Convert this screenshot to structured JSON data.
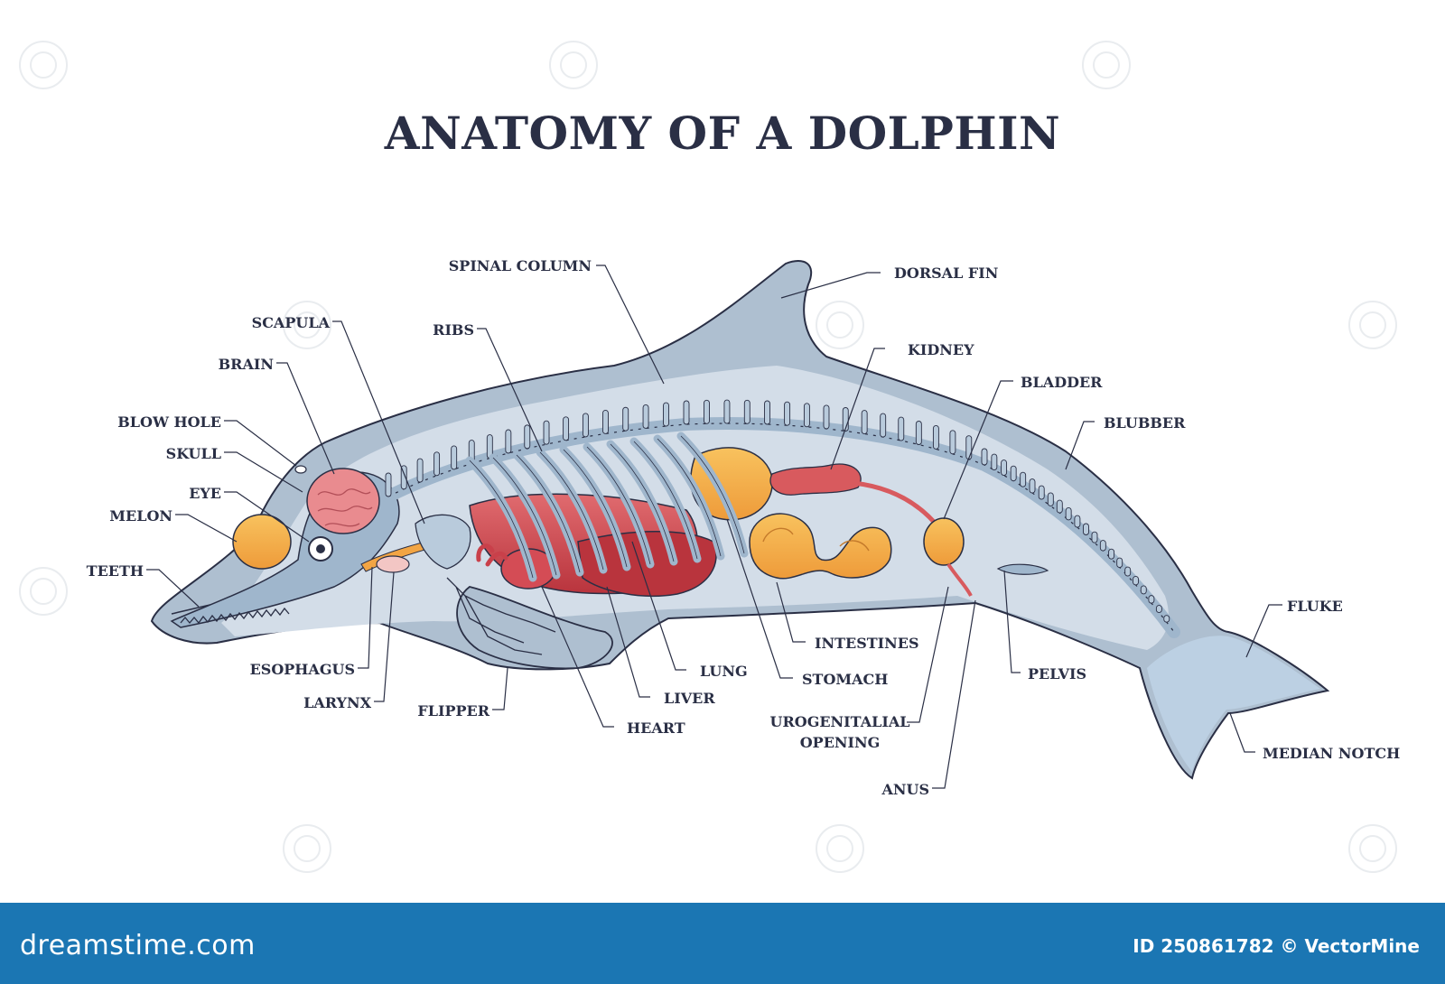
{
  "title": "ANATOMY OF A DOLPHIN",
  "labels": {
    "spinal_column": "SPINAL COLUMN",
    "dorsal_fin": "DORSAL FIN",
    "scapula": "SCAPULA",
    "ribs": "RIBS",
    "kidney": "KIDNEY",
    "brain": "BRAIN",
    "bladder": "BLADDER",
    "blow_hole": "BLOW HOLE",
    "blubber": "BLUBBER",
    "skull": "SKULL",
    "eye": "EYE",
    "melon": "MELON",
    "teeth": "TEETH",
    "fluke": "FLUKE",
    "intestines": "INTESTINES",
    "esophagus": "ESOPHAGUS",
    "lung": "LUNG",
    "pelvis": "PELVIS",
    "stomach": "STOMACH",
    "larynx": "LARYNX",
    "liver": "LIVER",
    "flipper": "FLIPPER",
    "urogenital_line1": "UROGENITALIAL",
    "urogenital_line2": "OPENING",
    "heart": "HEART",
    "median_notch": "MEDIAN NOTCH",
    "anus": "ANUS"
  },
  "footer": {
    "logo": "dreamstime.com",
    "image_id": "ID 250861782 © VectorMine"
  },
  "colors": {
    "title": "#2a2f45",
    "body": "#aebfd0",
    "inner_body": "#d3dde8",
    "bone": "#9fb6cc",
    "organ_red": "#c9404a",
    "organ_orange": "#f2a544",
    "brain_pink": "#e98b8f",
    "footer_bg": "#1b76b3"
  }
}
